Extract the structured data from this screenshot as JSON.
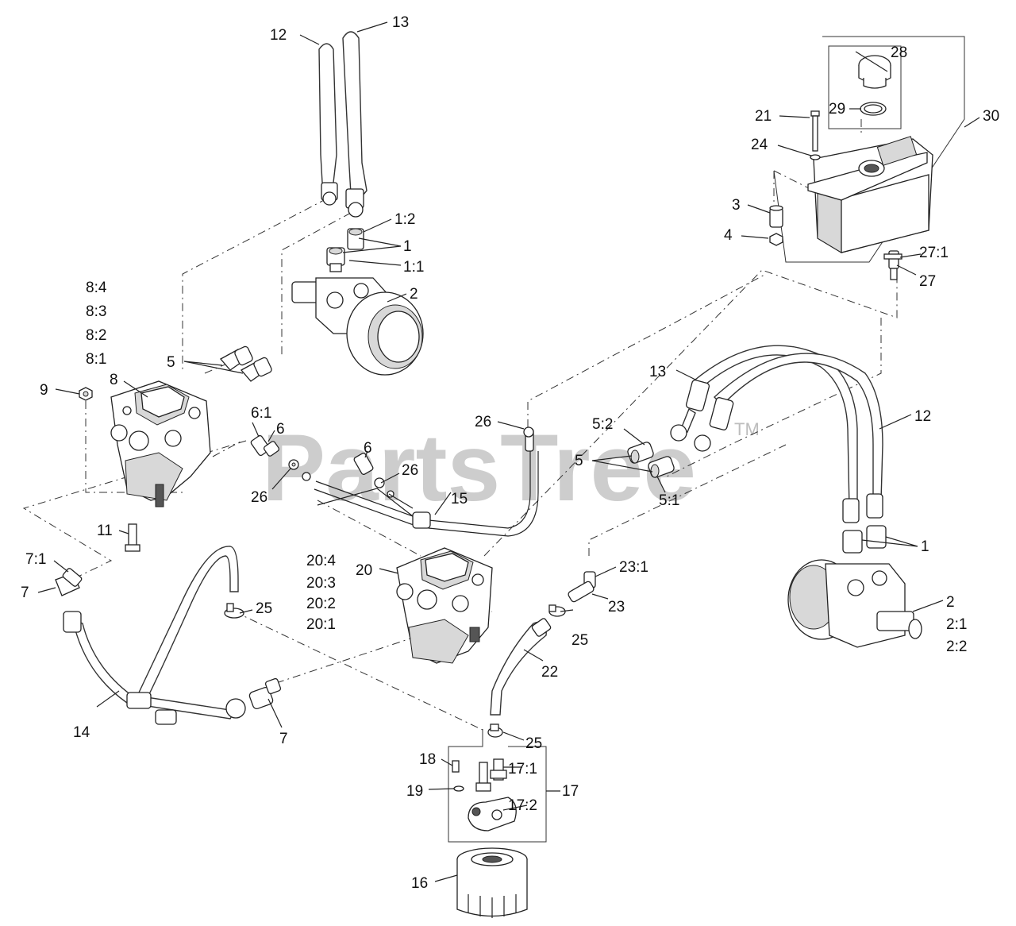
{
  "watermark": {
    "text": "PartsTree",
    "mark": "TM"
  },
  "callouts": [
    "12",
    "13",
    "1:2",
    "1",
    "1:1",
    "2",
    "21",
    "24",
    "3",
    "4",
    "28",
    "29",
    "30",
    "27:1",
    "27",
    "8:4",
    "8:3",
    "8:2",
    "8:1",
    "5",
    "9",
    "8",
    "6:1",
    "6",
    "26",
    "6",
    "26",
    "26",
    "15",
    "13",
    "5:2",
    "5",
    "5:1",
    "12",
    "11",
    "7:1",
    "7",
    "20:4",
    "20:3",
    "20:2",
    "20:1",
    "20",
    "25",
    "23:1",
    "23",
    "25",
    "22",
    "1",
    "2",
    "2:1",
    "2:2",
    "14",
    "7",
    "25",
    "18",
    "17:1",
    "19",
    "17:2",
    "17",
    "16"
  ]
}
